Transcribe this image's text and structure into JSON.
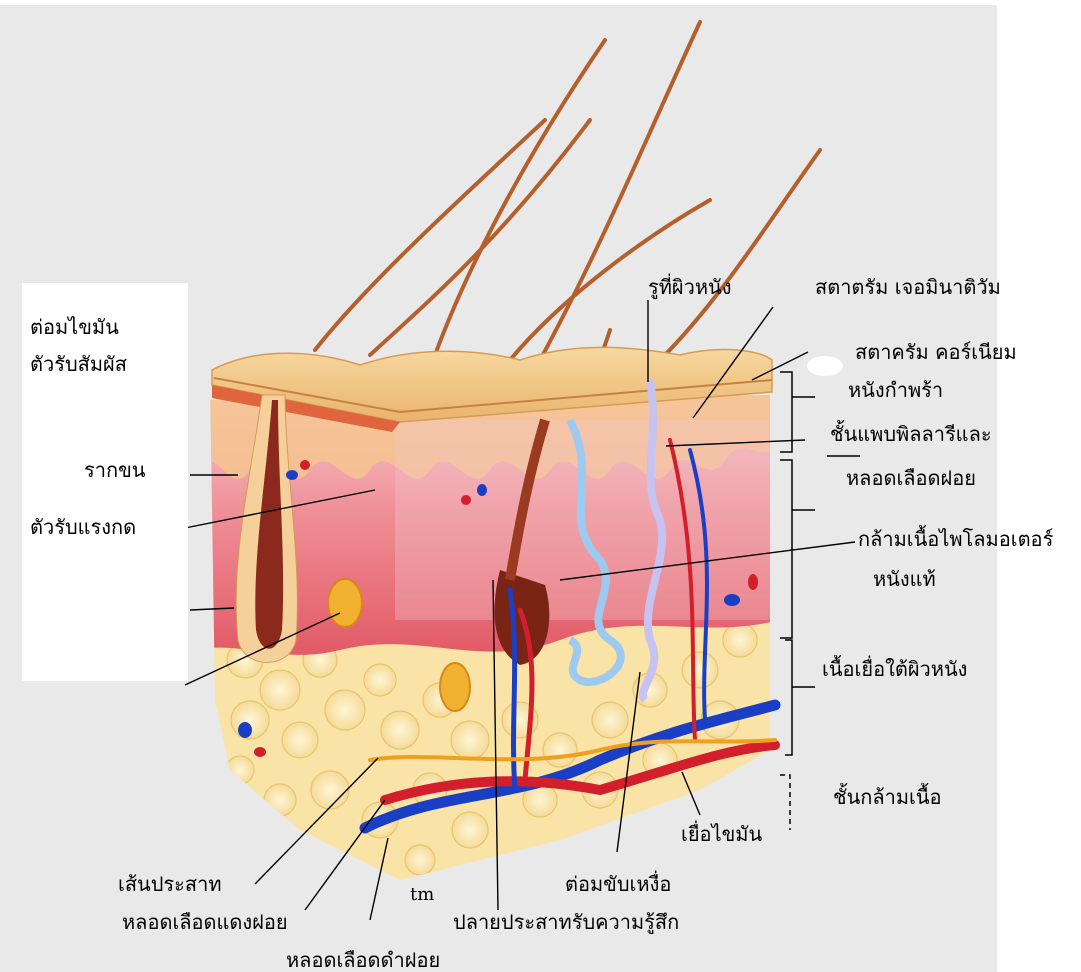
{
  "labels": {
    "sebaceous_gland": "ต่อมไขมัน",
    "touch_receptor": "ตัวรับสัมผัส",
    "hair_root": "รากขน",
    "pressure_receptor": "ตัวรับแรงกด",
    "skin_pore": "รูที่ผิวหนัง",
    "stratum_germinativum": "สตาตรัม เจอมินาติวัม",
    "stratum_corneum": "สตาครัม คอร์เนียม",
    "epidermis": "หนังกำพร้า",
    "papillary_layer_1": "ชั้นแพบพิลลารีและ",
    "papillary_layer_2": "หลอดเลือดฝอย",
    "arrector_pili": "กล้ามเนื้อไพโลมอเตอร์",
    "dermis": "หนังแท้",
    "subcutaneous": "เนื้อเยื่อใต้ผิวหนัง",
    "muscle_layer": "ชั้นกล้ามเนื้อ",
    "adipose": "เยื่อไขมัน",
    "nerve": "เส้นประสาท",
    "sweat_gland": "ต่อมขับเหงื่อ",
    "arteriole": "หลอดเลือดแดงฝอย",
    "sensory_nerve_ending": "ปลายประสาทรับความรู้สึก",
    "venule": "หลอดเลือดดำฝอย",
    "artist_signature": "tm"
  },
  "colors": {
    "hair": "#b5602c",
    "epidermis_top": "#f2c98a",
    "dermis": "#e86a72",
    "dermis_light": "#f3b7bf",
    "fat": "#fbe6a8",
    "artery": "#d21f2b",
    "vein": "#1b3fc4",
    "nerve": "#f0a020",
    "sweat_gland": "#8fc3f0"
  }
}
